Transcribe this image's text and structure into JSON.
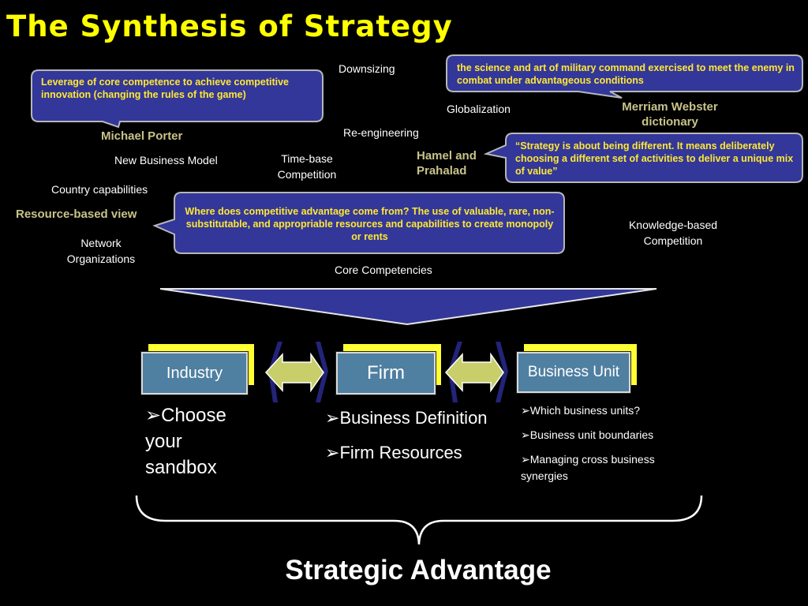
{
  "title": "The Synthesis of Strategy",
  "callouts": {
    "porter": "Leverage of core competence to achieve competitive innovation (changing the rules of the game)",
    "merriam": "the science and art of military command exercised to meet the enemy in combat under advantageous conditions",
    "hamel": "“Strategy is about being different.  It means deliberately choosing a different set of activities to deliver a unique mix of value”",
    "resource": "Where does competitive advantage come from? The use of valuable, rare, non-substitutable, and appropriable resources and capabilities to create monopoly or rents"
  },
  "sources": {
    "porter": "Michael Porter",
    "merriam": "Merriam Webster dictionary",
    "hamel": "Hamel and Prahalad",
    "resource": "Resource-based view"
  },
  "concepts": {
    "downsizing": "Downsizing",
    "globalization": "Globalization",
    "reengineering": "Re-engineering",
    "new_business_model": "New Business Model",
    "time_base": "Time-base Competition",
    "country_capabilities": "Country capabilities",
    "network": "Network Organizations",
    "knowledge": "Knowledge-based Competition",
    "core_competencies": "Core Competencies"
  },
  "levels": {
    "industry": "Industry",
    "firm": "Firm",
    "business_unit": "Business Unit"
  },
  "bullets": {
    "industry": [
      "Choose your sandbox"
    ],
    "firm": [
      "Business Definition",
      "Firm Resources"
    ],
    "business_unit": [
      "Which business units?",
      "Business unit boundaries",
      "Managing cross business synergies"
    ]
  },
  "bullet_glyph": "➢",
  "conclusion": "Strategic Advantage",
  "colors": {
    "background": "#000000",
    "title": "#ffff00",
    "callout_fill": "#33379a",
    "callout_border": "#b7b7b7",
    "box_fill": "#4f7fa1",
    "box_shadow": "#ffff33",
    "arrow_fill": "#c8cf6a",
    "arrow_dark": "#23237a",
    "source_text": "#c9c38a"
  }
}
